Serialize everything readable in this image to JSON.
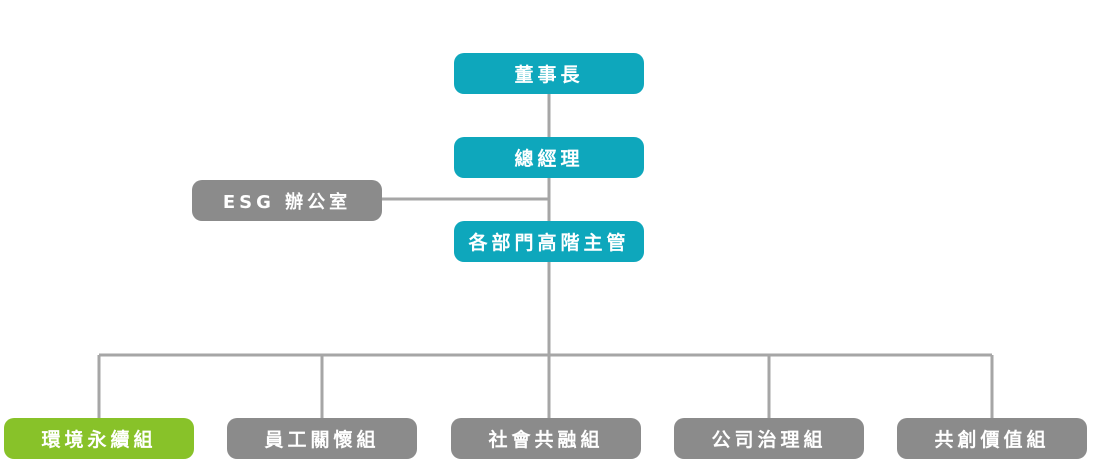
{
  "org_chart": {
    "chairman": "董事長",
    "general_manager": "總經理",
    "esg_office": "ESG 辦公室",
    "department_heads": "各部門高階主管",
    "groups": [
      {
        "label": "環境永續組",
        "color": "#88c229"
      },
      {
        "label": "員工關懷組",
        "color": "#8b8b8b"
      },
      {
        "label": "社會共融組",
        "color": "#8b8b8b"
      },
      {
        "label": "公司治理組",
        "color": "#8b8b8b"
      },
      {
        "label": "共創價值組",
        "color": "#8b8b8b"
      }
    ],
    "colors": {
      "primary": "#0ea7bc",
      "secondary": "#8b8b8b",
      "highlight": "#88c229",
      "connector": "#a6a6a6"
    }
  }
}
